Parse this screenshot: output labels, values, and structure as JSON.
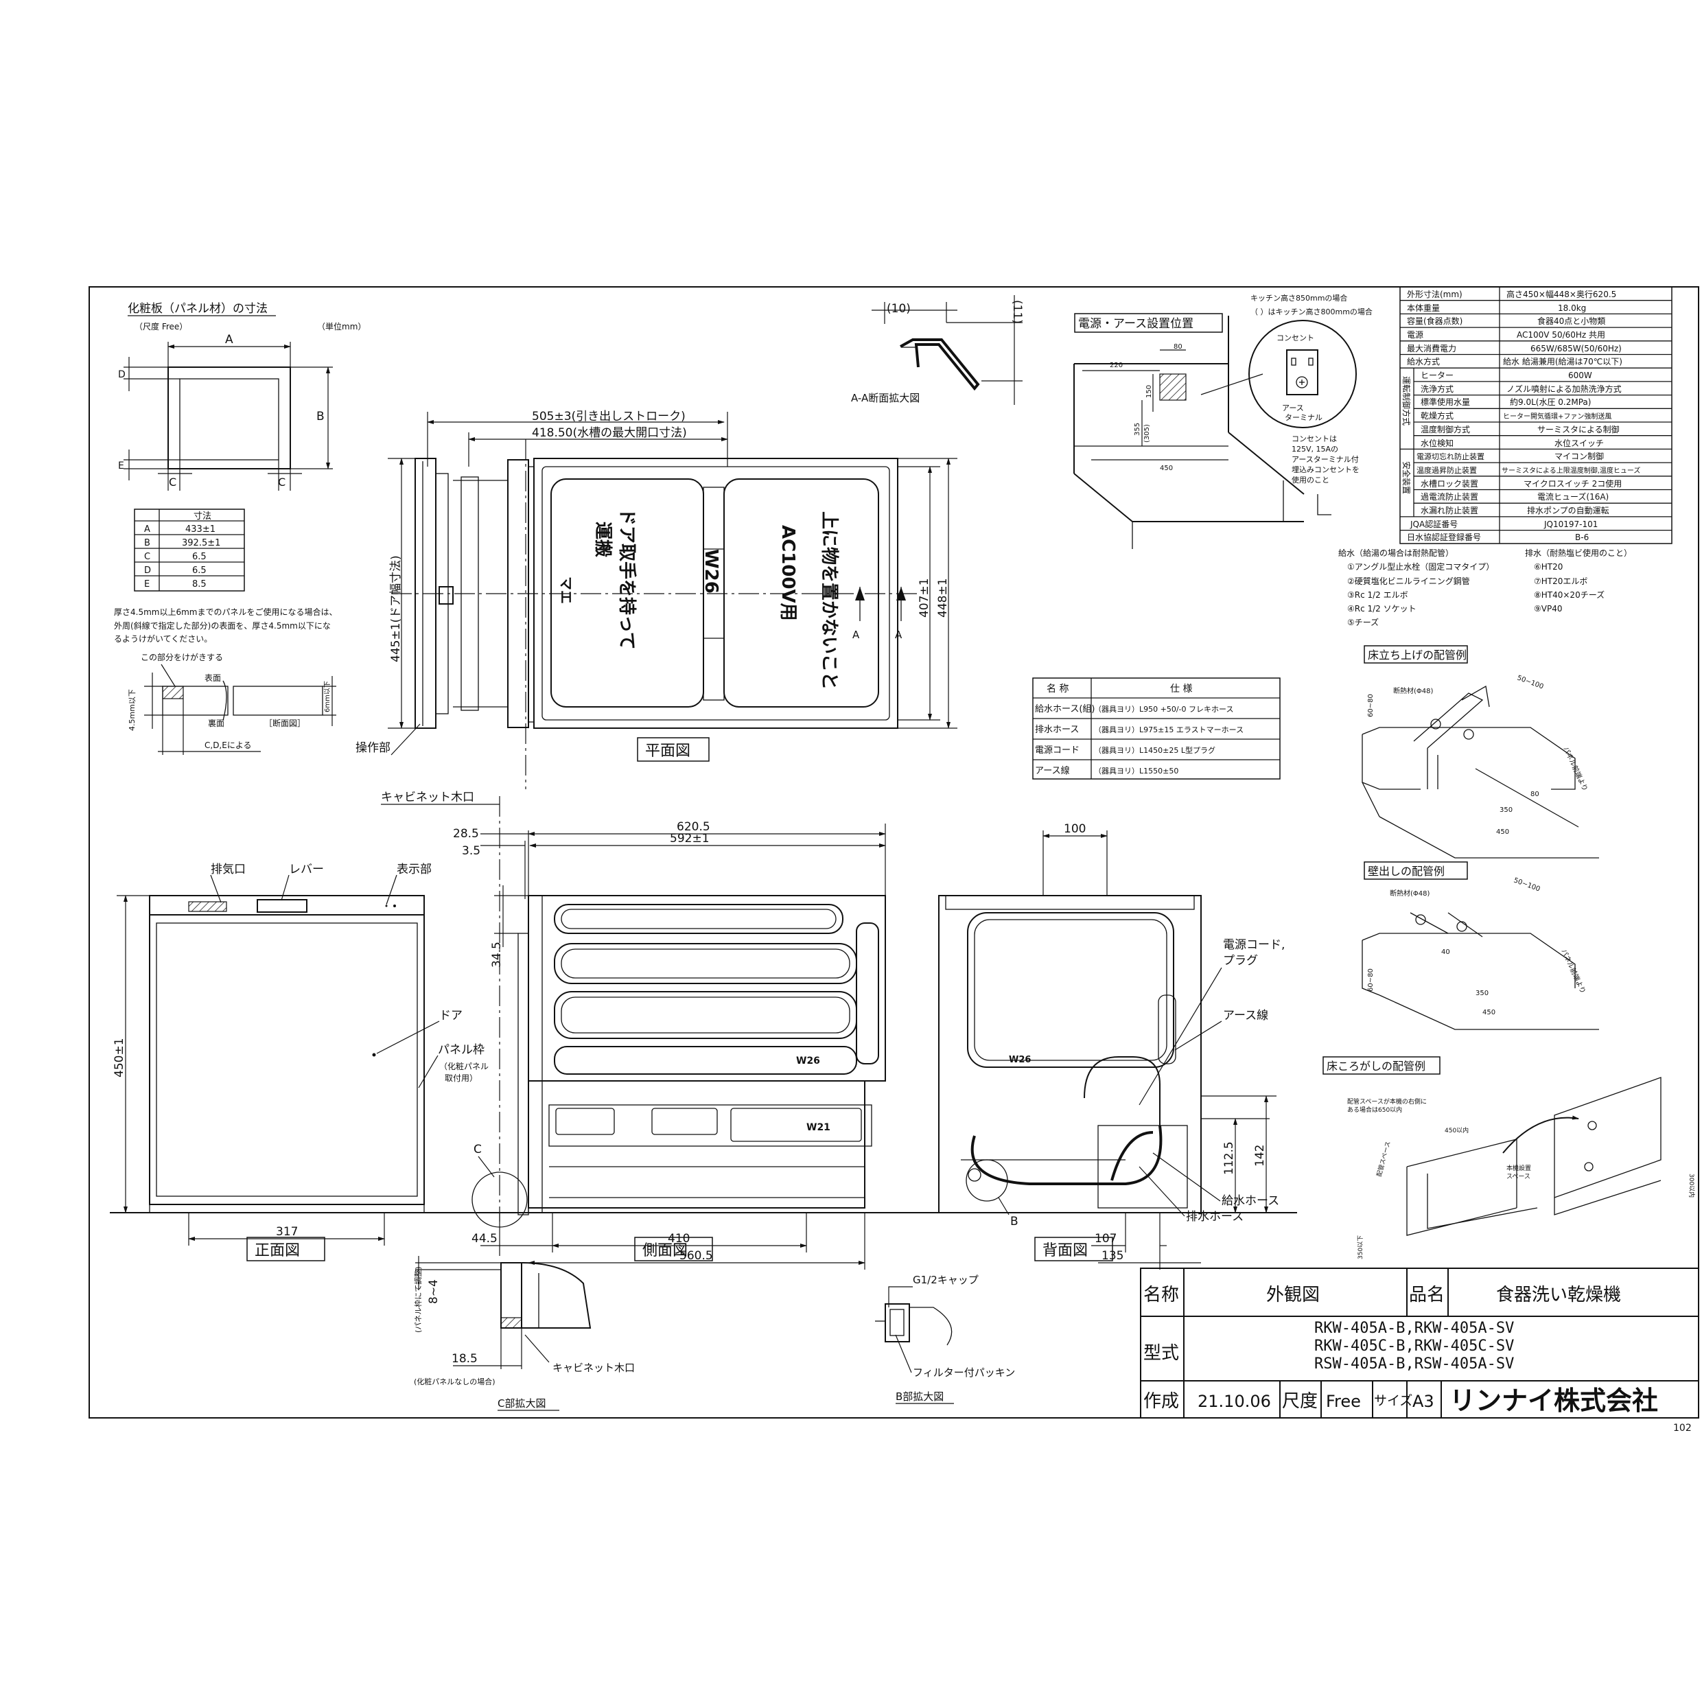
{
  "panel": {
    "title": "化粧板（パネル材）の寸法",
    "scale": "（尺度 Free）",
    "unit": "（単位mm）",
    "dims": {
      "A": "A",
      "B": "B",
      "C": "C",
      "D": "D",
      "E": "E"
    },
    "table_header": [
      "",
      "寸法"
    ],
    "rows": [
      [
        "A",
        "433±1"
      ],
      [
        "B",
        "392.5±1"
      ],
      [
        "C",
        "6.5"
      ],
      [
        "D",
        "6.5"
      ],
      [
        "E",
        "8.5"
      ]
    ],
    "note": [
      "厚さ4.5mm以上6mmまでのパネルをご使用になる場合は、",
      "外周(斜線で指定した部分)の表面を、厚さ4.5mm以下にな",
      "るようけがいてください。"
    ],
    "sec_note": "この部分をけがきする",
    "sec_front": "表面",
    "sec_back": "裏面",
    "sec_label": "［断面図］",
    "sec_by": "C,D,Eによる",
    "sec_t1": "4.5mm以下",
    "sec_t2": "6mm以下"
  },
  "aa": {
    "d10": "(10)",
    "d11": "(11)",
    "label": "A-A断面拡大図"
  },
  "plan": {
    "stroke": "505±3(引き出しストローク)",
    "open": "418.50(水槽の最大開口寸法)",
    "door_w": "445±1(ドア幅寸法)",
    "d407": "407±1",
    "d448": "448±1",
    "sop": "操作部",
    "title": "平面図",
    "cab": "キャビネット木口",
    "a": "A",
    "lid1": "上に物を置かないこと",
    "lid2": "AC100V用",
    "lid3": "W26",
    "lid4": "ドア取手を持って",
    "lid5": "運搬",
    "lid6": "マエ"
  },
  "front": {
    "exhaust": "排気口",
    "lever": "レバー",
    "display": "表示部",
    "door": "ドア",
    "frame": "パネル枠",
    "frame_sub": [
      "（化粧パネル",
      "取付用）"
    ],
    "h450": "450±1",
    "w317": "317",
    "title": "正面図"
  },
  "side": {
    "d6205": "620.5",
    "d592": "592±1",
    "d285": "28.5",
    "d35": "3.5",
    "d345": "34.5",
    "d445": "44.5",
    "d410": "410",
    "d5605": "560.5",
    "c": "C",
    "title": "側面図",
    "w26": "W26",
    "w21": "W21"
  },
  "back": {
    "d100": "100",
    "cord": "電源コード,",
    "plug": "プラグ",
    "earth": "アース線",
    "d1125": "112.5",
    "d142": "142",
    "d107": "107",
    "d135": "135",
    "b": "B",
    "supply": "給水ホース",
    "drain": "排水ホース",
    "title": "背面図",
    "w26": "W26"
  },
  "power": {
    "title": "電源・アース設置位置",
    "k1": "キッチン高さ850mmの場合",
    "k2": "（ ）はキッチン高さ800mmの場合",
    "d220": "220",
    "d80": "80",
    "d150": "150",
    "d355": "355",
    "d3055": "(305)",
    "d450": "450",
    "outlet": "コンセント",
    "earth_t": [
      "アース",
      "ターミナル"
    ],
    "note": [
      "コンセントは",
      "125V, 15Aの",
      "アースターミナル付",
      "埋込みコンセントを",
      "使用のこと"
    ]
  },
  "specs": [
    [
      "外形寸法(mm)",
      "高さ450×幅448×奥行620.5"
    ],
    [
      "本体重量",
      "18.0kg"
    ],
    [
      "容量(食器点数)",
      "食器40点と小物類"
    ],
    [
      "電源",
      "AC100V 50/60Hz 共用"
    ],
    [
      "最大消費電力",
      "665W/685W(50/60Hz)"
    ],
    [
      "給水方式",
      "給水 給湯兼用(給湯は70℃以下)"
    ],
    [
      "ヒーター",
      "600W"
    ],
    [
      "洗浄方式",
      "ノズル噴射による加熱洗浄方式"
    ],
    [
      "標準使用水量",
      "約9.0L(水圧 0.2MPa)"
    ],
    [
      "乾燥方式",
      "ヒーター開気循環+ファン強制送風"
    ],
    [
      "温度制御方式",
      "サーミスタによる制御"
    ],
    [
      "水位検知",
      "水位スイッチ"
    ],
    [
      "電源切忘れ防止装置",
      "マイコン制御"
    ],
    [
      "温度過昇防止装置",
      "サーミスタによる上限温度制御,温度ヒューズ"
    ],
    [
      "水槽ロック装置",
      "マイクロスイッチ 2コ使用"
    ],
    [
      "過電流防止装置",
      "電流ヒューズ(16A)"
    ],
    [
      "水漏れ防止装置",
      "排水ポンプの自動運転"
    ],
    [
      "JQA認証番号",
      "JQ10197-101"
    ],
    [
      "日水協認証登録番号",
      "B-6"
    ]
  ],
  "spec_groups": {
    "g1": "運転制御方式",
    "g2": "安全装置"
  },
  "pipes": {
    "supply_title": "給水（給湯の場合は耐熱配管）",
    "drain_title": "排水（耐熱塩ビ使用のこと）",
    "supply": [
      "①アングル型止水栓（固定コマタイプ）",
      "②硬質塩化ビニルライニング鋼管",
      "③Rc 1/2 エルボ",
      "④Rc 1/2 ソケット",
      "⑤チーズ"
    ],
    "drain": [
      "⑥HT20",
      "⑦HT20エルボ",
      "⑧HT40×20チーズ",
      "⑨VP40"
    ]
  },
  "hoses": {
    "header": [
      "名 称",
      "仕 様"
    ],
    "rows": [
      [
        "給水ホース(組)",
        "（器具ヨリ）L950 +50/-0 フレキホース"
      ],
      [
        "排水ホース",
        "（器具ヨリ）L975±15 エラストマーホース"
      ],
      [
        "電源コード",
        "（器具ヨリ）L1450±25 L型プラグ"
      ],
      [
        "アース線",
        "（器具ヨリ）L1550±50"
      ]
    ]
  },
  "ex1": {
    "title": "床立ち上げの配管例",
    "insul": "断熱材(Φ48)",
    "d50100": "50~100",
    "d6080": "60~80",
    "d350": "350",
    "d450": "450",
    "d80": "80",
    "edge": "パネル前端より"
  },
  "ex2": {
    "title": "壁出しの配管例",
    "insul": "断熱材(Φ48)",
    "d50100": "50~100",
    "d6080": "60~80",
    "d350": "350",
    "d450": "450",
    "d40": "40",
    "edge": "パネル前端より"
  },
  "ex3": {
    "title": "床ころがしの配管例",
    "space": [
      "配管スペースが本機の右側に",
      "ある場合は650以内"
    ],
    "d450": "450以内",
    "install": [
      "本機設置",
      "スペース"
    ],
    "d350": "350以下",
    "d300": "300以内",
    "pipe_space": "配管スペース"
  },
  "cdetail": {
    "adj": "(パネル枠にて調整)",
    "d84": "8~4",
    "d185": "18.5",
    "nopanel": "(化粧パネルなしの場合)",
    "cab": "キャビネット木口",
    "title": "C部拡大図"
  },
  "bdetail": {
    "cap": "G1/2キャップ",
    "packing": "フィルター付パッキン",
    "title": "B部拡大図"
  },
  "titleblock": {
    "name_l": "名称",
    "name": "外観図",
    "prod_l": "品名",
    "prod": "食器洗い乾燥機",
    "model_l": "型式",
    "models": [
      "RKW-405A-B,RKW-405A-SV",
      "RKW-405C-B,RKW-405C-SV",
      "RSW-405A-B,RSW-405A-SV"
    ],
    "made_l": "作成",
    "date": "21.10.06",
    "scale_l": "尺度",
    "scale": "Free",
    "size_l": "サイズ",
    "size": "A3",
    "company": "リンナイ株式会社",
    "sheet": "102"
  }
}
